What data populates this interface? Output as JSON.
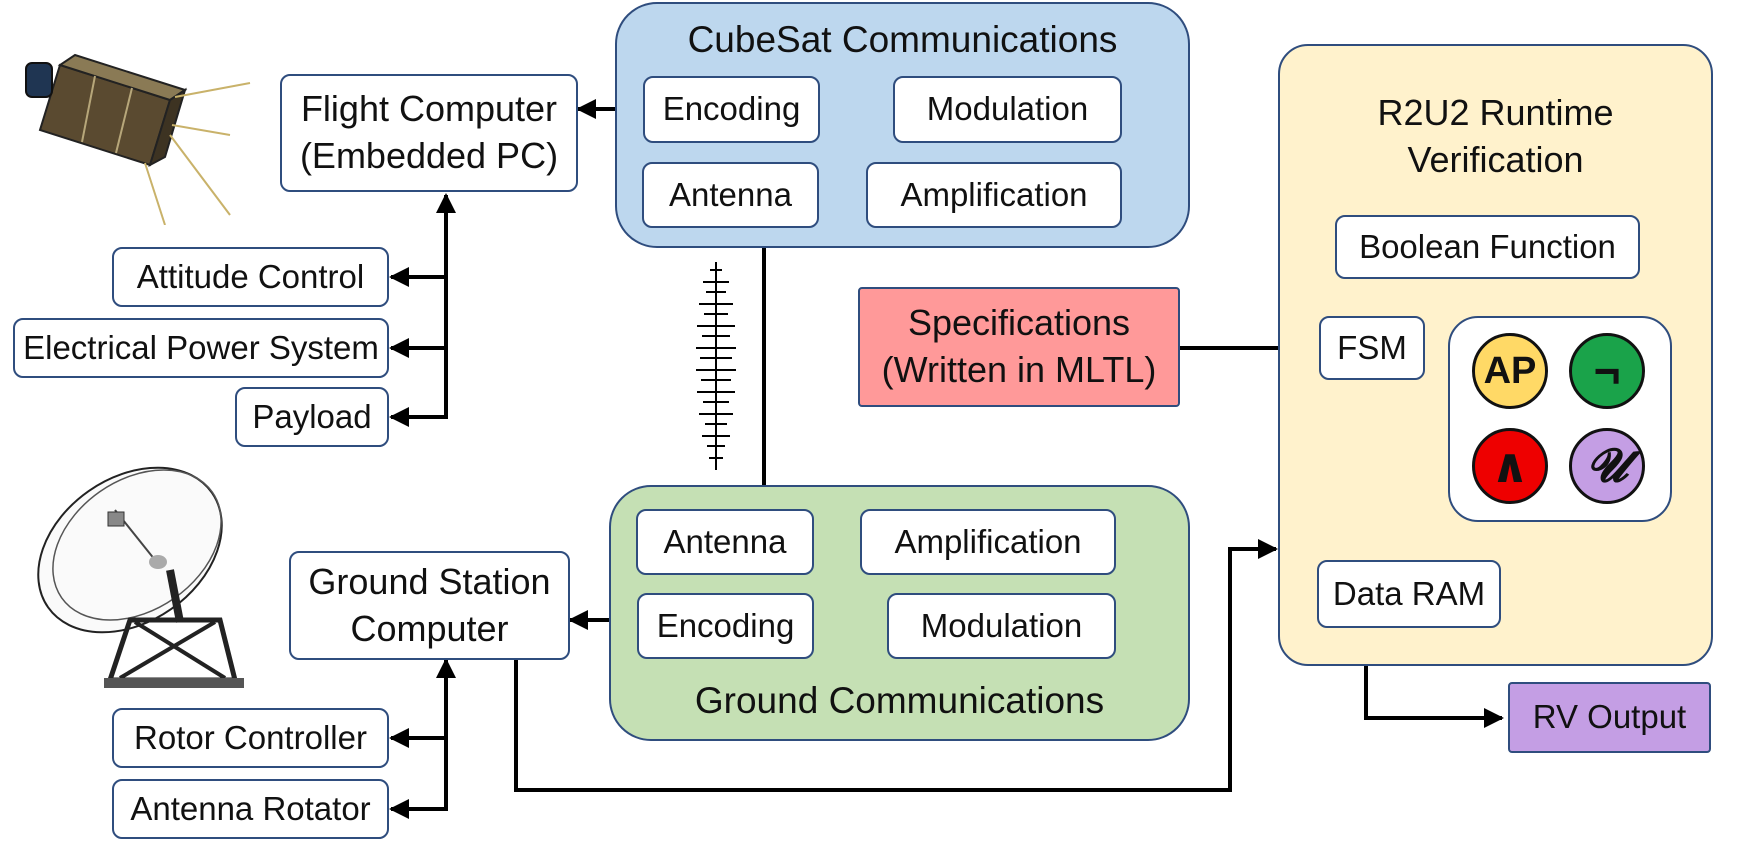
{
  "cubesat_comms": {
    "title": "CubeSat Communications",
    "encoding": "Encoding",
    "modulation": "Modulation",
    "antenna": "Antenna",
    "amplification": "Amplification",
    "fill": "#bdd7ee"
  },
  "ground_comms": {
    "title": "Ground Communications",
    "antenna": "Antenna",
    "amplification": "Amplification",
    "encoding": "Encoding",
    "modulation": "Modulation",
    "fill": "#c5e0b4"
  },
  "flight_computer": {
    "label": "Flight Computer\n(Embedded PC)"
  },
  "flight_subsystems": [
    "Attitude Control",
    "Electrical Power System",
    "Payload"
  ],
  "ground_station": {
    "label": "Ground Station\nComputer"
  },
  "ground_subsystems": [
    "Rotor Controller",
    "Antenna Rotator"
  ],
  "specifications": {
    "label": "Specifications\n(Written in MLTL)",
    "fill": "#ff9999"
  },
  "r2u2": {
    "title": "R2U2 Runtime\nVerification",
    "boolean_function": "Boolean Function",
    "fsm": "FSM",
    "data_ram": "Data RAM",
    "fill": "#fff2cc",
    "operators": [
      {
        "symbol": "AP",
        "color": "#ffd966"
      },
      {
        "symbol": "¬",
        "color": "#1aa34a"
      },
      {
        "symbol": "∧",
        "color": "#ee0000"
      },
      {
        "symbol": "𝓤",
        "color": "#c49ee4"
      }
    ]
  },
  "rv_output": {
    "label": "RV Output",
    "fill": "#c49ee4"
  }
}
